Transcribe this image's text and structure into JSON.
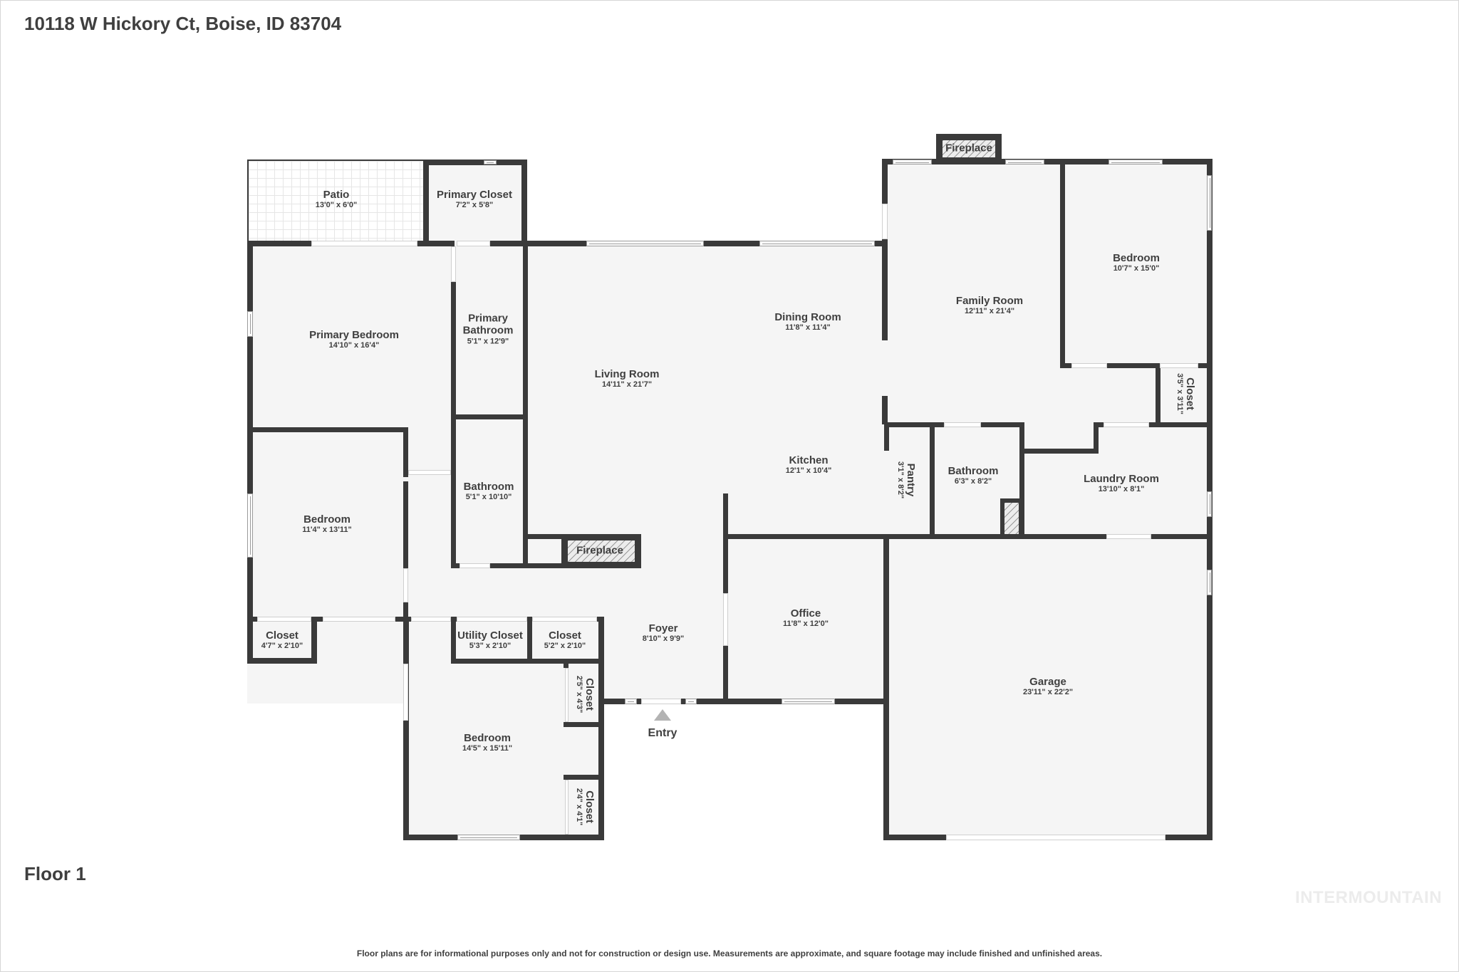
{
  "header": {
    "address": "10118 W Hickory Ct, Boise, ID 83704"
  },
  "floor": {
    "label": "Floor 1"
  },
  "footer": {
    "disclaimer": "Floor plans are for informational purposes only and not for construction or design use. Measurements are approximate, and square footage may include finished and unfinished areas.",
    "watermark": "INTERMOUNTAIN"
  },
  "entry": {
    "label": "Entry",
    "icon": "triangle-up-arrow"
  },
  "colors": {
    "wall": "#3a3a3a",
    "floor": "#f5f5f5",
    "text": "#3f3f3f",
    "entry_arrow": "#b3b3b3",
    "watermark": "#ececec"
  },
  "rooms": [
    {
      "id": "patio",
      "name": "Patio",
      "dims": "13'0\" x 6'0\""
    },
    {
      "id": "primary-closet",
      "name": "Primary Closet",
      "dims": "7'2\" x 5'8\""
    },
    {
      "id": "primary-bedroom",
      "name": "Primary Bedroom",
      "dims": "14'10\" x 16'4\""
    },
    {
      "id": "primary-bathroom",
      "name": "Primary Bathroom",
      "name_line1": "Primary",
      "name_line2": "Bathroom",
      "dims": "5'1\" x 12'9\""
    },
    {
      "id": "living-room",
      "name": "Living Room",
      "dims": "14'11\" x 21'7\""
    },
    {
      "id": "dining-room",
      "name": "Dining Room",
      "dims": "11'8\" x 11'4\""
    },
    {
      "id": "family-room",
      "name": "Family Room",
      "dims": "12'11\" x 21'4\""
    },
    {
      "id": "bedroom-ne",
      "name": "Bedroom",
      "dims": "10'7\" x 15'0\""
    },
    {
      "id": "closet-ne",
      "name": "Closet",
      "dims": "3'5\" x 3'11\""
    },
    {
      "id": "bedroom-w",
      "name": "Bedroom",
      "dims": "11'4\" x 13'11\""
    },
    {
      "id": "bathroom-hall",
      "name": "Bathroom",
      "dims": "5'1\" x 10'10\""
    },
    {
      "id": "kitchen",
      "name": "Kitchen",
      "dims": "12'1\" x 10'4\""
    },
    {
      "id": "pantry",
      "name": "Pantry",
      "dims": "3'1\" x 8'2\""
    },
    {
      "id": "bathroom-e",
      "name": "Bathroom",
      "dims": "6'3\" x 8'2\""
    },
    {
      "id": "laundry-room",
      "name": "Laundry Room",
      "dims": "13'10\" x 8'1\""
    },
    {
      "id": "closet-w",
      "name": "Closet",
      "dims": "4'7\" x 2'10\""
    },
    {
      "id": "utility-closet",
      "name": "Utility Closet",
      "dims": "5'3\" x 2'10\""
    },
    {
      "id": "closet-hall",
      "name": "Closet",
      "dims": "5'2\" x 2'10\""
    },
    {
      "id": "foyer",
      "name": "Foyer",
      "dims": "8'10\" x 9'9\""
    },
    {
      "id": "office",
      "name": "Office",
      "dims": "11'8\" x 12'0\""
    },
    {
      "id": "garage",
      "name": "Garage",
      "dims": "23'11\" x 22'2\""
    },
    {
      "id": "closet-sw1",
      "name": "Closet",
      "dims": "2'5\" x 4'3\""
    },
    {
      "id": "bedroom-sw",
      "name": "Bedroom",
      "dims": "14'5\" x 15'11\""
    },
    {
      "id": "closet-sw2",
      "name": "Closet",
      "dims": "2'4\" x 4'1\""
    }
  ],
  "fixtures": [
    {
      "id": "fireplace-family",
      "label": "Fireplace"
    },
    {
      "id": "fireplace-living",
      "label": "Fireplace"
    }
  ]
}
